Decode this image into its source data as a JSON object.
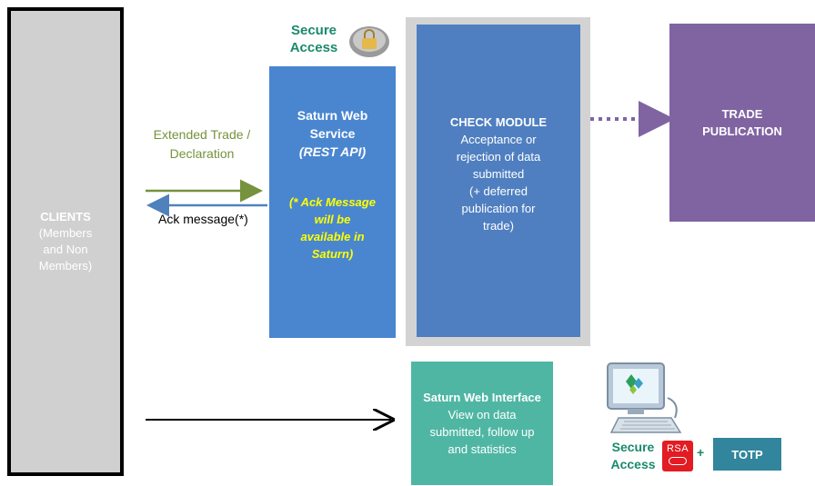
{
  "clients": {
    "title": "CLIENTS",
    "line1": "(Members",
    "line2": "and Non",
    "line3": "Members)"
  },
  "flow": {
    "extended_line1": "Extended Trade /",
    "extended_line2": "Declaration",
    "ack": "Ack message(*)"
  },
  "secure_top": {
    "line1": "Secure",
    "line2": "Access"
  },
  "saturn_ws": {
    "line1": "Saturn Web",
    "line2": "Service",
    "line3": "(REST API)",
    "note1": "(* Ack Message",
    "note2": "will be",
    "note3": "available in",
    "note4": "Saturn)"
  },
  "check": {
    "title": "CHECK MODULE",
    "l1": "Acceptance or",
    "l2": "rejection of data",
    "l3": "submitted",
    "l4": "(+ deferred",
    "l5": "publication for",
    "l6": "trade)"
  },
  "trade": {
    "line1": "TRADE",
    "line2": "PUBLICATION"
  },
  "swi": {
    "title": "Saturn Web Interface",
    "l1": "View on data",
    "l2": "submitted, follow up",
    "l3": "and statistics"
  },
  "secure_bottom": {
    "line1": "Secure",
    "line2": "Access",
    "rsa": "RSA",
    "plus": "+",
    "totp": "TOTP"
  },
  "colors": {
    "green_arrow": "#76923c",
    "blue_arrow": "#4f81bd",
    "dotted": "#8064a2"
  }
}
